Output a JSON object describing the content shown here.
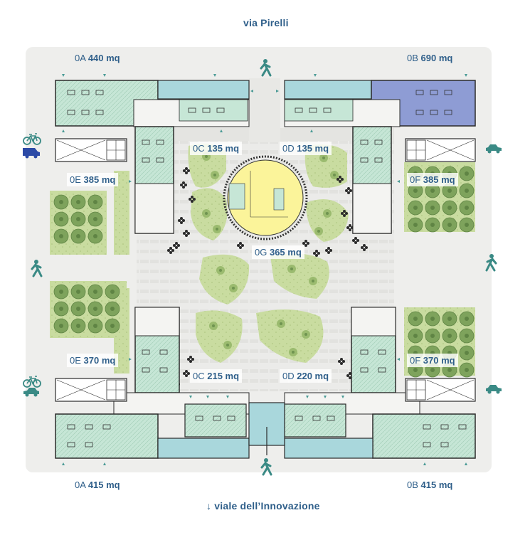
{
  "streets": {
    "north": "via Pirelli",
    "south": "↓ viale dell’Innovazione"
  },
  "units": [
    {
      "id": "0A",
      "area": "440 mq"
    },
    {
      "id": "0B",
      "area": "690 mq"
    },
    {
      "id": "0C",
      "area": "135 mq"
    },
    {
      "id": "0D",
      "area": "135 mq"
    },
    {
      "id": "0E",
      "area": "385 mq"
    },
    {
      "id": "0F",
      "area": "385 mq"
    },
    {
      "id": "0G",
      "area": "365 mq"
    },
    {
      "id": "0E",
      "area": "370 mq"
    },
    {
      "id": "0F",
      "area": "370 mq"
    },
    {
      "id": "0C",
      "area": "215 mq"
    },
    {
      "id": "0D",
      "area": "220 mq"
    },
    {
      "id": "0A",
      "area": "415 mq"
    },
    {
      "id": "0B",
      "area": "415 mq"
    }
  ],
  "colors": {
    "label_text": "#2f5f8a",
    "unit_fill": "#c6e6d6",
    "highlight_unit_0B": "#8e9cd4",
    "highlight_unit_0G": "#fbf49a",
    "corridor": "#a9d7dc",
    "garden": "#c9dca0",
    "tree": "#7ea35c",
    "ground": "#ececea",
    "access_marker": "#4a9a95"
  },
  "icons": [
    "pedestrian-icon",
    "bicycle-icon",
    "van-icon",
    "car-icon",
    "access-arrow-icon"
  ]
}
